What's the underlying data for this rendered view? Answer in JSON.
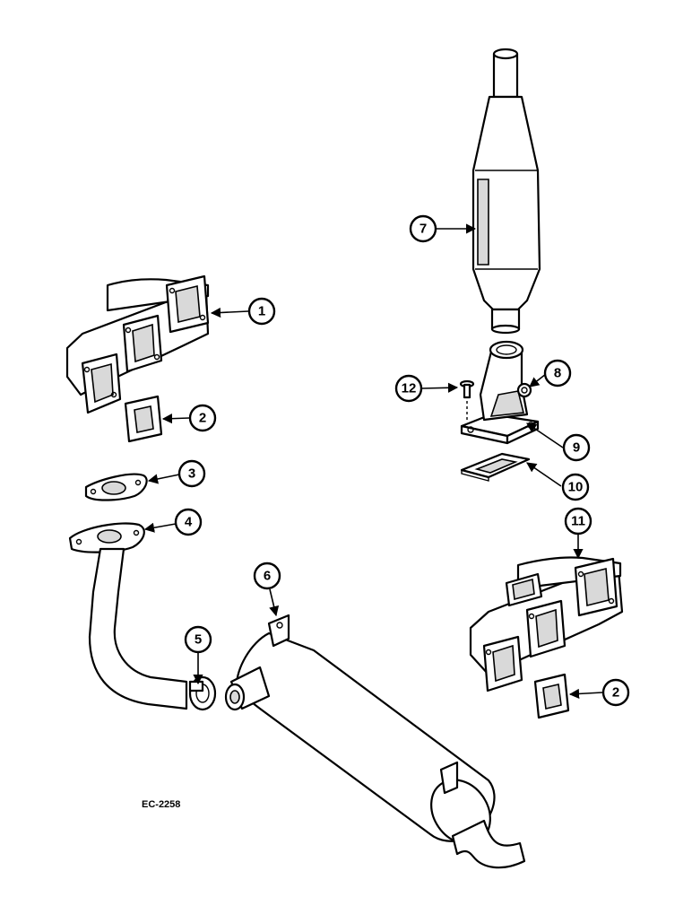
{
  "figure_code": "EC-2258",
  "callouts": [
    {
      "number": "1"
    },
    {
      "number": "2"
    },
    {
      "number": "3"
    },
    {
      "number": "4"
    },
    {
      "number": "5"
    },
    {
      "number": "6"
    },
    {
      "number": "7"
    },
    {
      "number": "8"
    },
    {
      "number": "9"
    },
    {
      "number": "10"
    },
    {
      "number": "11"
    },
    {
      "number": "12"
    },
    {
      "number": "2"
    }
  ]
}
